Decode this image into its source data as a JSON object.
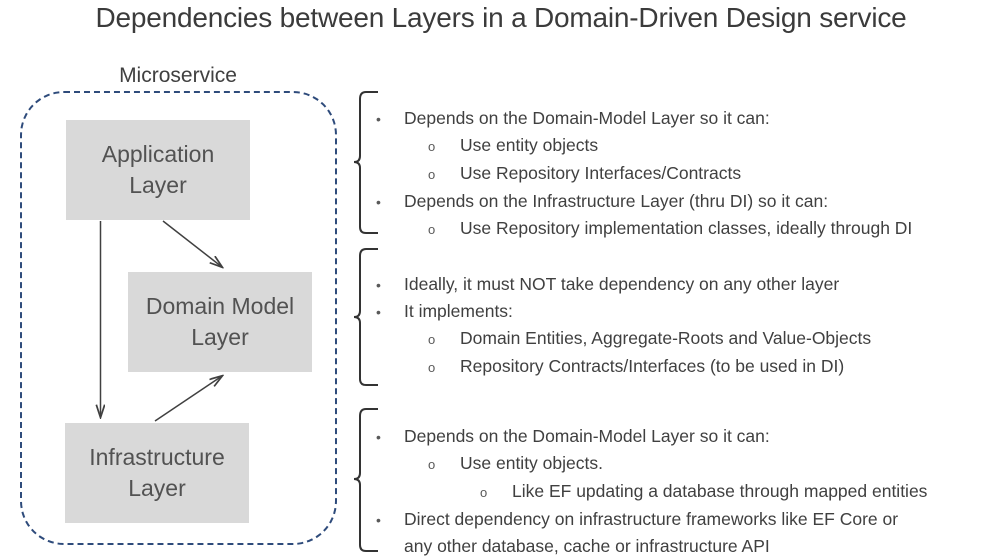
{
  "title": "Dependencies between Layers in a Domain-Driven Design service",
  "diagram": {
    "container_label": "Microservice",
    "boxes": [
      {
        "id": "application",
        "label": "Application\nLayer"
      },
      {
        "id": "domain-model",
        "label": "Domain Model\nLayer"
      },
      {
        "id": "infrastructure",
        "label": "Infrastructure\nLayer"
      }
    ],
    "arrows": [
      {
        "from": "Application Layer",
        "to": "Infrastructure Layer",
        "style": "vertical-down"
      },
      {
        "from": "Application Layer",
        "to": "Domain Model Layer",
        "style": "diagonal-down-right"
      },
      {
        "from": "Infrastructure Layer",
        "to": "Domain Model Layer",
        "style": "diagonal-up-right"
      }
    ],
    "colors": {
      "box_fill": "#d9d9d9",
      "box_text": "#525252",
      "boundary_dash": "#2e4b7b",
      "arrow": "#404040"
    }
  },
  "blocks": {
    "application": {
      "brace_for": "Application Layer",
      "lines": [
        {
          "level": 1,
          "marker": "•",
          "text": "Depends on the Domain-Model Layer so it can:"
        },
        {
          "level": 2,
          "marker": "o",
          "text": "Use entity objects"
        },
        {
          "level": 2,
          "marker": "o",
          "text": "Use Repository Interfaces/Contracts"
        },
        {
          "level": 1,
          "marker": "•",
          "text": "Depends on the Infrastructure Layer (thru DI) so it can:"
        },
        {
          "level": 2,
          "marker": "o",
          "text": "Use Repository implementation classes, ideally through DI"
        }
      ]
    },
    "domain_model": {
      "brace_for": "Domain Model Layer",
      "lines": [
        {
          "level": 1,
          "marker": "•",
          "text": "Ideally, it must NOT take dependency on any other layer"
        },
        {
          "level": 1,
          "marker": "•",
          "text": "It implements:"
        },
        {
          "level": 2,
          "marker": "o",
          "text": "Domain Entities, Aggregate-Roots and Value-Objects"
        },
        {
          "level": 2,
          "marker": "o",
          "text": "Repository Contracts/Interfaces (to be used in DI)"
        }
      ]
    },
    "infrastructure": {
      "brace_for": "Infrastructure Layer",
      "lines": [
        {
          "level": 1,
          "marker": "•",
          "text": "Depends on the Domain-Model Layer so it can:"
        },
        {
          "level": 2,
          "marker": "o",
          "text": "Use entity objects."
        },
        {
          "level": 3,
          "marker": "o",
          "text": "Like EF updating a database through mapped entities"
        },
        {
          "level": 1,
          "marker": "•",
          "text": "Direct dependency on infrastructure frameworks like EF Core or"
        }
      ],
      "continuation": "any other database, cache or infrastructure API"
    }
  }
}
